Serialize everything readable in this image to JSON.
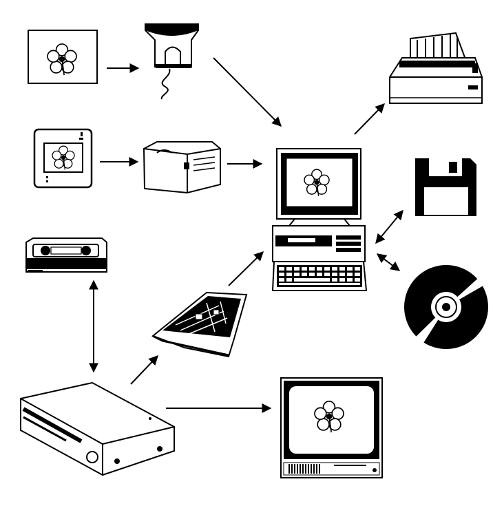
{
  "figure": {
    "ink_color": "#000000",
    "background_color": "#ffffff",
    "devices": [
      {
        "id": "photo",
        "icon": "photo-print-icon"
      },
      {
        "id": "handheld-scanner",
        "icon": "handheld-scanner-icon"
      },
      {
        "id": "slide",
        "icon": "photo-slide-icon"
      },
      {
        "id": "slide-scanner",
        "icon": "slide-scanner-icon"
      },
      {
        "id": "vhs-cassette",
        "icon": "vhs-cassette-icon"
      },
      {
        "id": "vcr",
        "icon": "vcr-icon"
      },
      {
        "id": "capture-card",
        "icon": "video-capture-card-icon"
      },
      {
        "id": "computer",
        "icon": "desktop-computer-icon"
      },
      {
        "id": "printer",
        "icon": "dot-matrix-printer-icon"
      },
      {
        "id": "floppy-disk",
        "icon": "floppy-disk-icon"
      },
      {
        "id": "cd",
        "icon": "compact-disc-icon"
      },
      {
        "id": "tv-monitor",
        "icon": "tv-monitor-icon"
      }
    ],
    "connections": [
      {
        "from": "photo",
        "to": "handheld-scanner",
        "direction": "one-way"
      },
      {
        "from": "handheld-scanner",
        "to": "computer",
        "direction": "one-way"
      },
      {
        "from": "slide",
        "to": "slide-scanner",
        "direction": "one-way"
      },
      {
        "from": "slide-scanner",
        "to": "computer",
        "direction": "one-way"
      },
      {
        "from": "computer",
        "to": "printer",
        "direction": "one-way"
      },
      {
        "from": "computer",
        "to": "floppy-disk",
        "direction": "two-way"
      },
      {
        "from": "computer",
        "to": "cd",
        "direction": "two-way"
      },
      {
        "from": "vhs-cassette",
        "to": "vcr",
        "direction": "two-way"
      },
      {
        "from": "vcr",
        "to": "capture-card",
        "direction": "one-way"
      },
      {
        "from": "capture-card",
        "to": "computer",
        "direction": "one-way"
      },
      {
        "from": "vcr",
        "to": "tv-monitor",
        "direction": "one-way"
      }
    ]
  }
}
